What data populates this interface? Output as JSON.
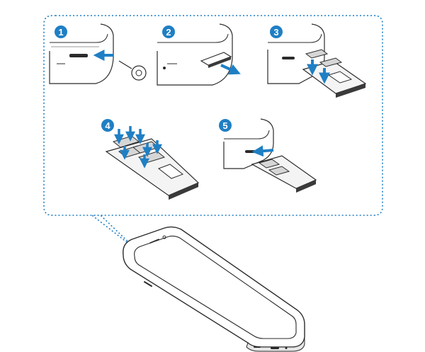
{
  "steps": [
    {
      "number": "1"
    },
    {
      "number": "2"
    },
    {
      "number": "3"
    },
    {
      "number": "4"
    },
    {
      "number": "5"
    }
  ],
  "colors": {
    "accent": "#1f7fc4",
    "outline": "#2b2b2b",
    "device_fill": "#ffffff",
    "device_shade": "#e6e6e6",
    "card": "#d6d6d6",
    "tray": "#3a3a3a",
    "dotted_frame": "#1f7fc4"
  },
  "icons": [
    "ejection-pin-icon",
    "insert-arrow-icon",
    "pull-arrow-icon",
    "down-arrow-icon",
    "sim-card-icon",
    "sim-tray-icon",
    "smartphone-icon"
  ]
}
